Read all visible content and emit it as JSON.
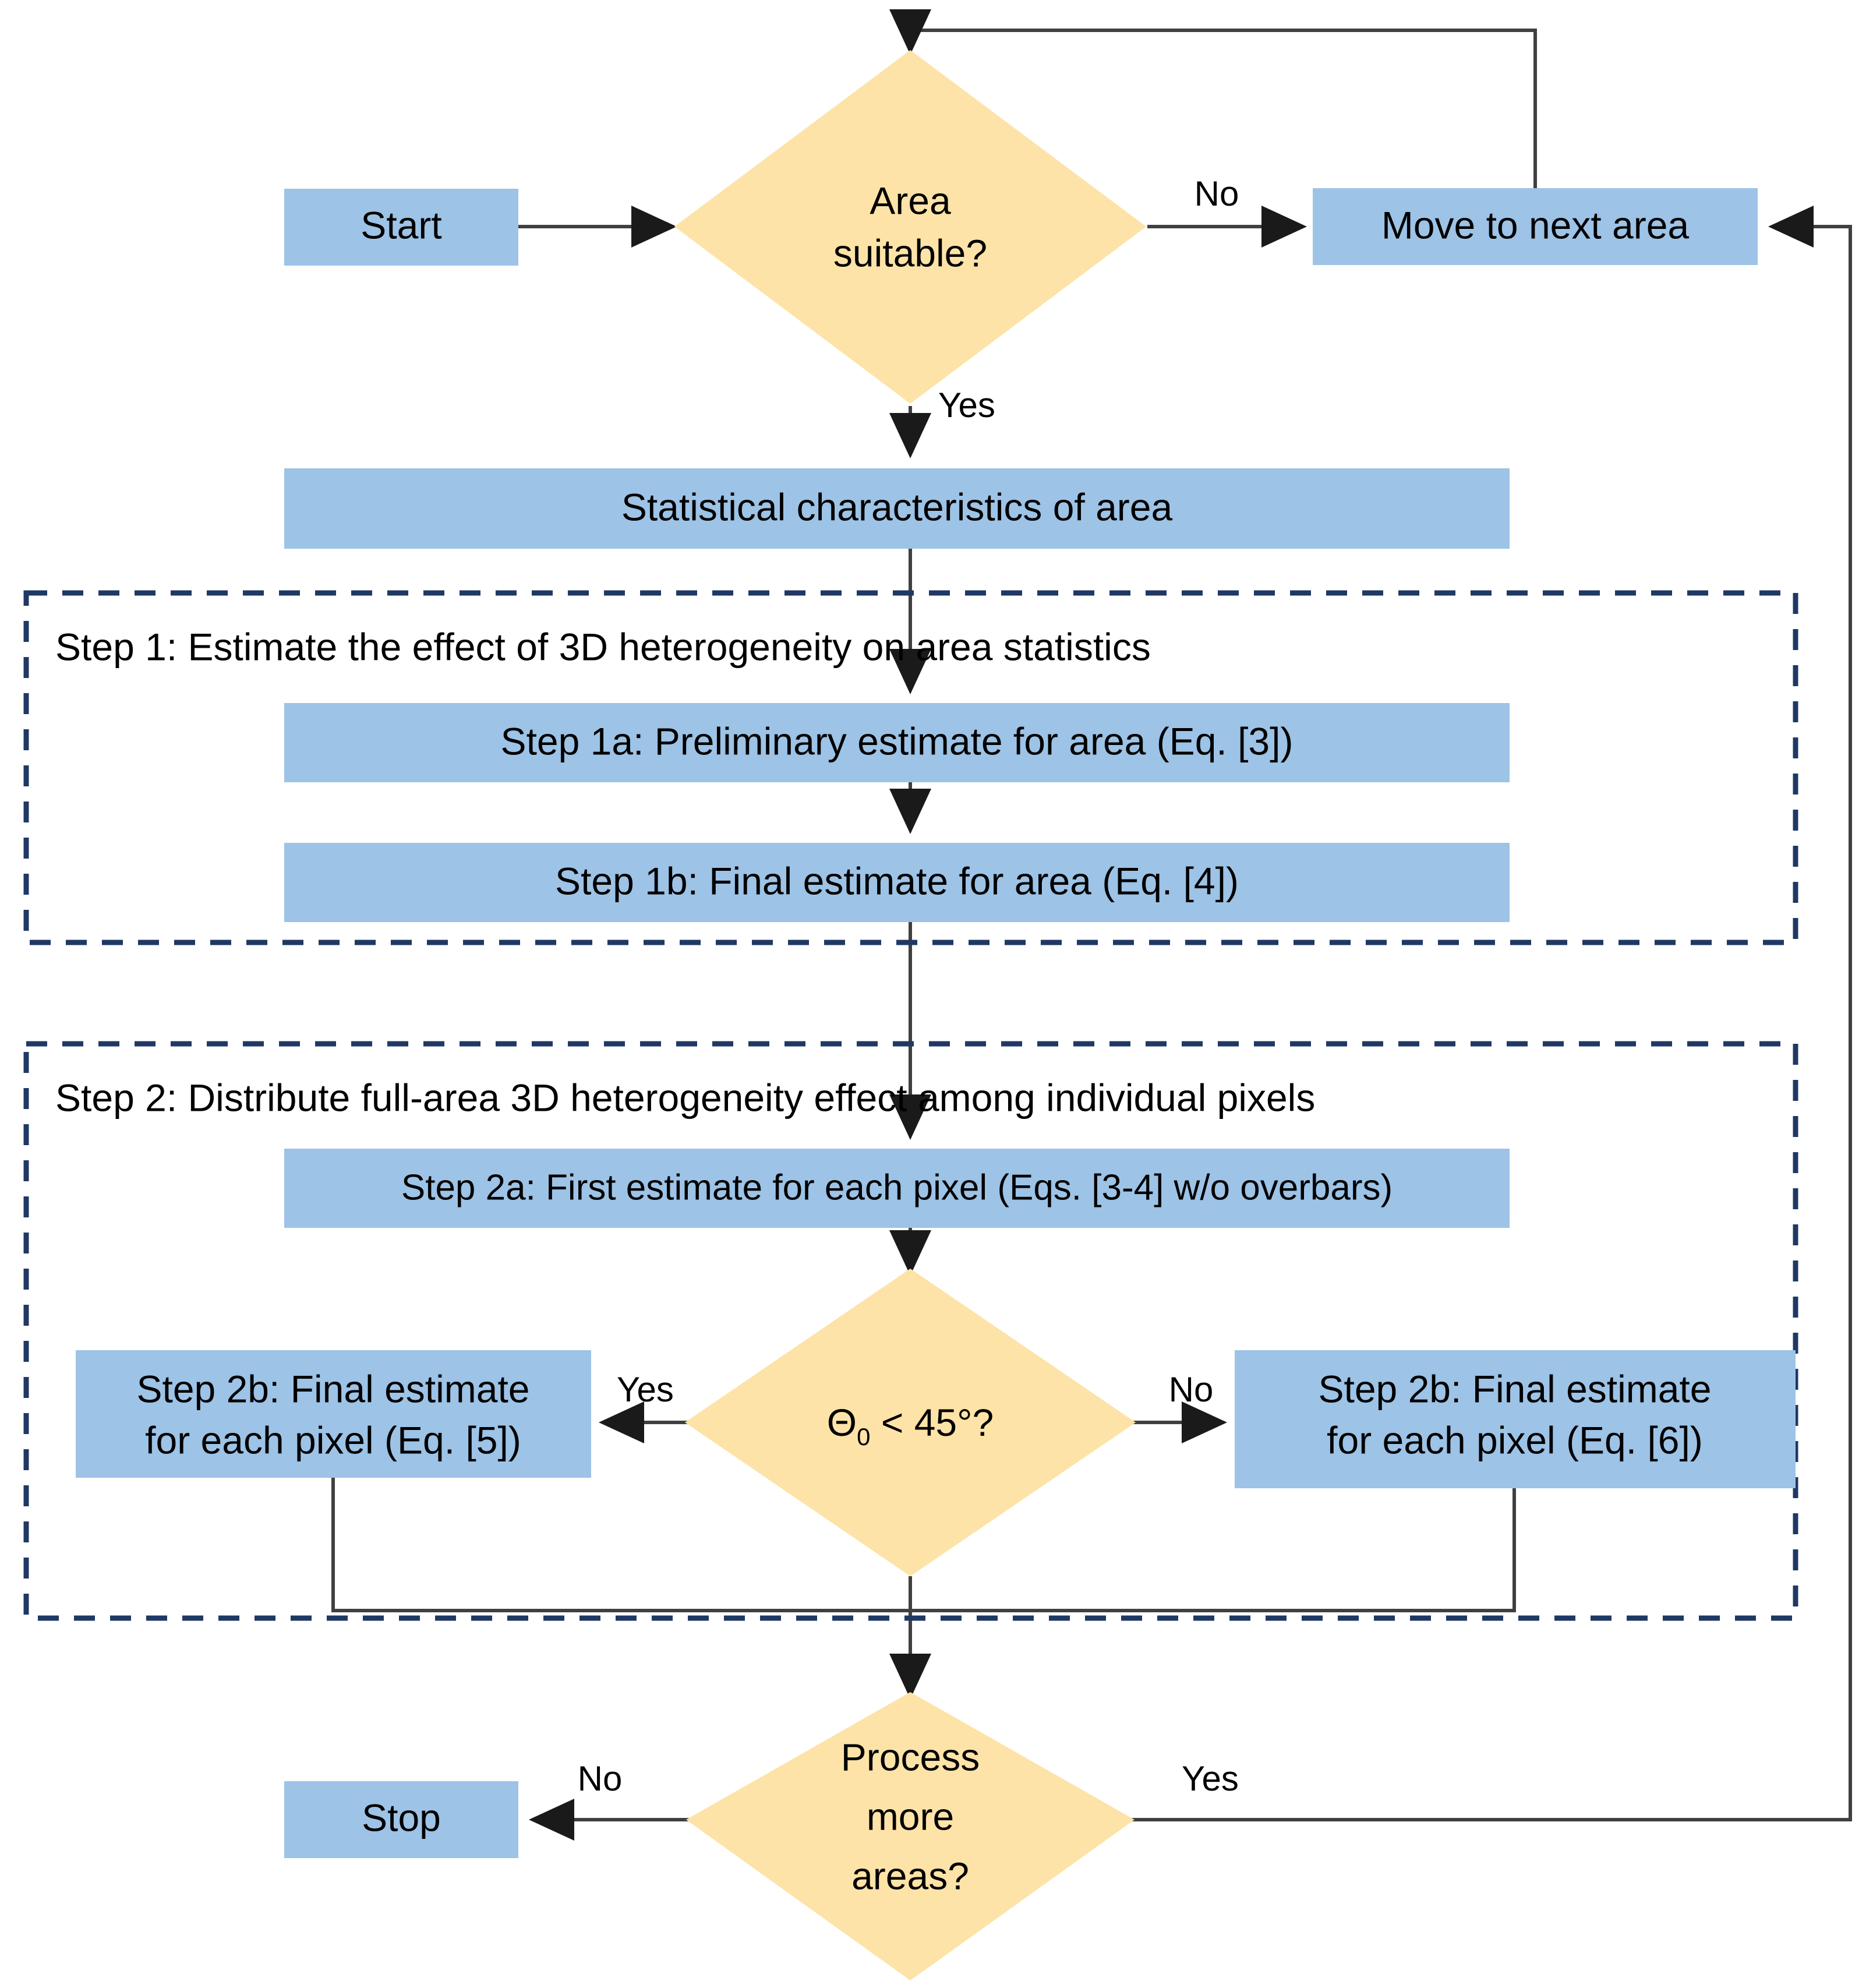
{
  "diagram": {
    "title": "Area processing and 3D heterogeneity correction flowchart",
    "colors": {
      "process_fill": "#9dc3e6",
      "decision_fill": "#fde3a7",
      "group_border": "#1f3864",
      "connector": "#404040",
      "text": "#000000",
      "background": "#ffffff"
    },
    "nodes": {
      "start": {
        "label": "Start",
        "shape": "process"
      },
      "area_suitable": {
        "label_line1": "Area",
        "label_line2": "suitable?",
        "shape": "decision"
      },
      "move_next_area": {
        "label": "Move to next area",
        "shape": "process"
      },
      "statistical_characteristics": {
        "label": "Statistical characteristics of area",
        "shape": "process"
      },
      "step1a": {
        "label": "Step 1a: Preliminary estimate for area (Eq. [3])",
        "shape": "process"
      },
      "step1b": {
        "label": "Step 1b: Final estimate for area (Eq. [4])",
        "shape": "process"
      },
      "step2a": {
        "label": "Step 2a: First estimate for each pixel (Eqs. [3-4] w/o overbars)",
        "shape": "process"
      },
      "theta_decision": {
        "label_prefix": "Θ",
        "label_subscript": "0",
        "label_suffix": " < 45°?",
        "shape": "decision"
      },
      "step2b_left": {
        "label_line1": "Step 2b: Final estimate",
        "label_line2": "for each pixel (Eq. [5])",
        "shape": "process"
      },
      "step2b_right": {
        "label_line1": "Step 2b: Final estimate",
        "label_line2": "for each pixel (Eq. [6])",
        "shape": "process"
      },
      "process_more": {
        "label_line1": "Process",
        "label_line2": "more",
        "label_line3": "areas?",
        "shape": "decision"
      },
      "stop": {
        "label": "Stop",
        "shape": "process"
      }
    },
    "groups": {
      "step1": {
        "label": "Step 1: Estimate the effect of 3D heterogeneity on area statistics"
      },
      "step2": {
        "label": "Step 2: Distribute full-area 3D heterogeneity effect among individual pixels"
      }
    },
    "edge_labels": {
      "area_suitable_no": "No",
      "area_suitable_yes": "Yes",
      "theta_yes": "Yes",
      "theta_no": "No",
      "process_more_no": "No",
      "process_more_yes": "Yes"
    }
  }
}
